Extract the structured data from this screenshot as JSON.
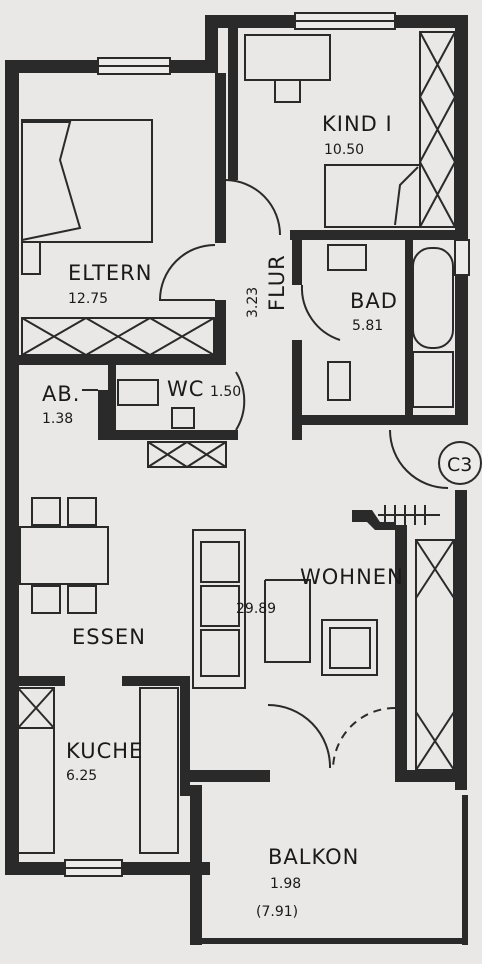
{
  "rooms": {
    "kind": {
      "name": "KIND I",
      "area": "10.50"
    },
    "eltern": {
      "name": "ELTERN",
      "area": "12.75"
    },
    "flur": {
      "name": "FLUR",
      "area": "3.23"
    },
    "bad": {
      "name": "BAD",
      "area": "5.81"
    },
    "ab": {
      "name": "AB.",
      "area": "1.38"
    },
    "wc": {
      "name": "WC",
      "area": "1.50"
    },
    "wohnen": {
      "name": "WOHNEN",
      "area": "29.89"
    },
    "essen": {
      "name": "ESSEN"
    },
    "kuche": {
      "name": "KUCHE",
      "area": "6.25"
    },
    "balkon": {
      "name": "BALKON",
      "area": "1.98",
      "area_total": "(7.91)"
    }
  },
  "markers": {
    "stair": "C3"
  },
  "colors": {
    "paper": "#e9e8e6",
    "ink": "#2a2a2a"
  }
}
